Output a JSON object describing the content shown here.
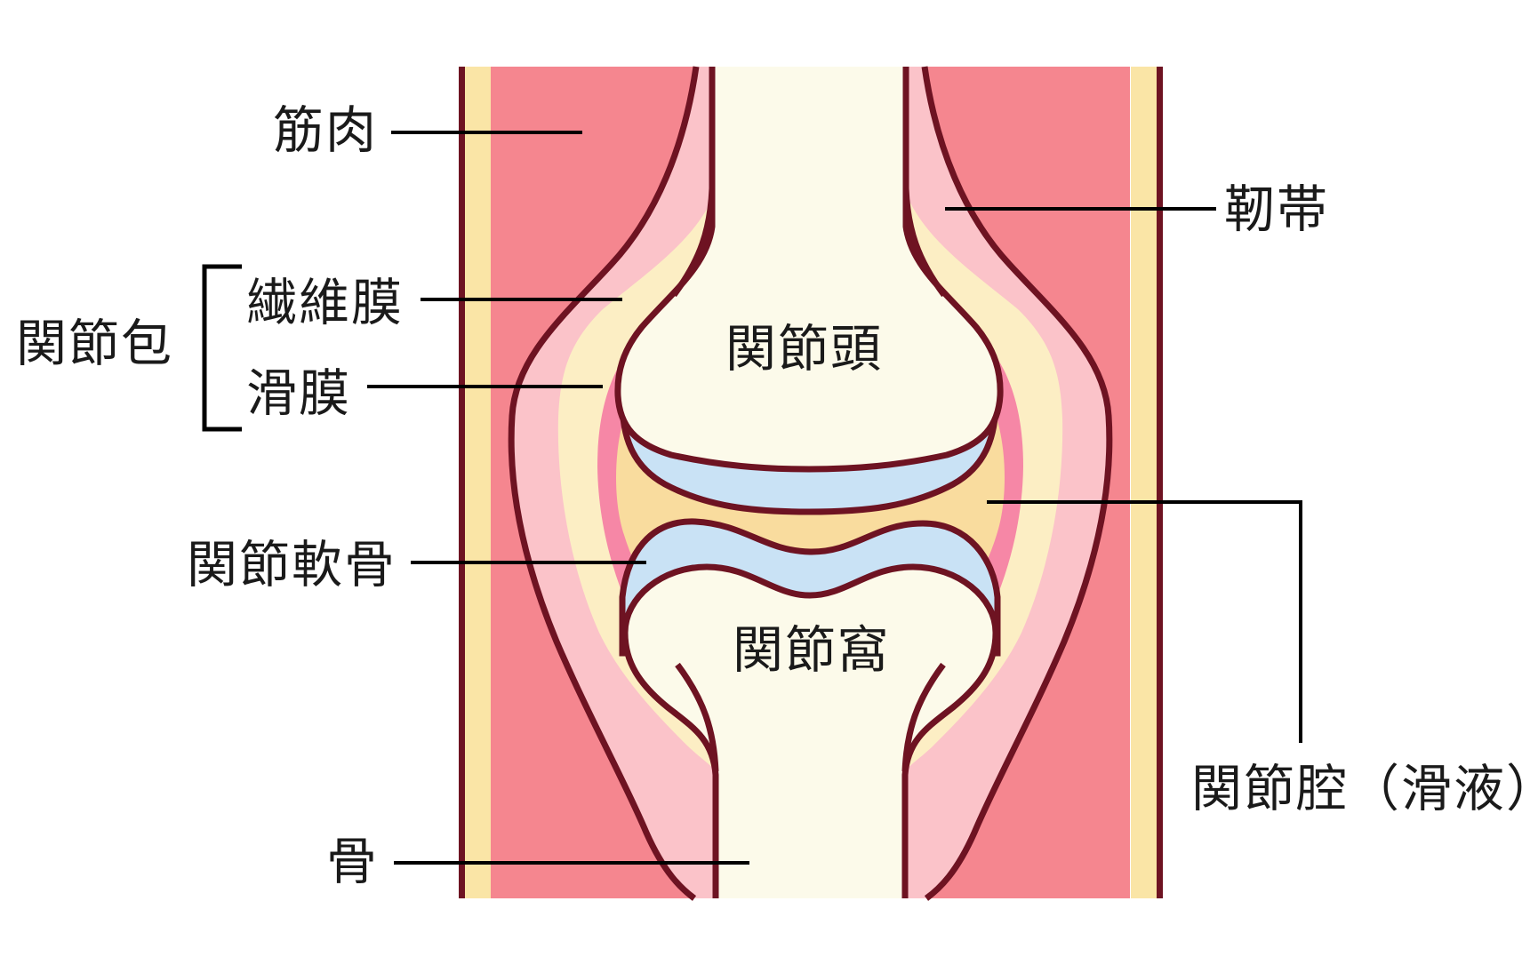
{
  "labels": {
    "muscle": "筋肉",
    "ligament": "靭帯",
    "joint_capsule": "関節包",
    "fibrous_membrane": "繊維膜",
    "synovial_membrane": "滑膜",
    "joint_head": "関節頭",
    "articular_cartilage": "関節軟骨",
    "joint_socket": "関節窩",
    "joint_cavity_synovial_fluid": "関節腔（滑液）",
    "bone": "骨"
  },
  "colors": {
    "outline": "#6E1322",
    "muscle": "#F5868F",
    "ligament": "#FBC3C9",
    "fibrous_membrane": "#FCEEC4",
    "synovial_membrane": "#F687A6",
    "joint_cavity": "#F9DC9E",
    "cartilage": "#C9E2F5",
    "bone": "#FCFAEA",
    "outer_strip": "#FAE5A6",
    "leader_line": "#000000",
    "background": "#FFFFFF"
  }
}
